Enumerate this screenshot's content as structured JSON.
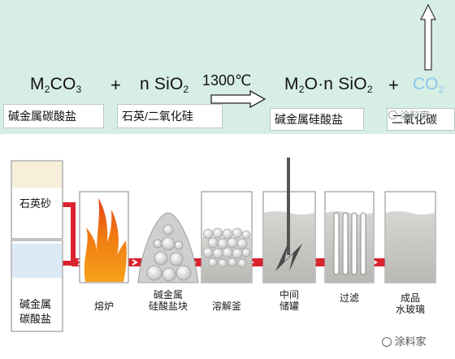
{
  "equation": {
    "reactant1": {
      "formula_main": "M",
      "sub1": "2",
      "mid": "CO",
      "sub2": "3",
      "label": "碱金属碳酸盐"
    },
    "plus": "+",
    "reactant2": {
      "formula_main": "n SiO",
      "sub": "2",
      "label": "石英/二氧化硅"
    },
    "condition": "1300℃",
    "product": {
      "formula_a": "M",
      "sub1": "2",
      "formula_b": "O·n SiO",
      "sub2": "2",
      "label": "碱金属硅酸盐"
    },
    "byproduct": {
      "formula": "CO",
      "sub": "2",
      "label": "二氧化碳"
    },
    "watermark": "涂料家"
  },
  "process": {
    "inputs": [
      {
        "label": "石英砂"
      },
      {
        "label_line1": "碱金属",
        "label_line2": "碳酸盐"
      }
    ],
    "steps": [
      {
        "label_line1": "熔炉",
        "label_line2": ""
      },
      {
        "label_line1": "碱金属",
        "label_line2": "硅酸盐块"
      },
      {
        "label_line1": "溶解釜",
        "label_line2": ""
      },
      {
        "label_line1": "中间",
        "label_line2": "储罐"
      },
      {
        "label_line1": "过滤",
        "label_line2": ""
      },
      {
        "label_line1": "成品",
        "label_line2": "水玻璃"
      }
    ],
    "watermark": "涂料家"
  },
  "colors": {
    "band_bg": "#d7eee4",
    "flow_red": "#d9232e",
    "co2_blue": "#8cc7ec",
    "quartz_fill": "#f7efd9",
    "carbonate_fill": "#dbeaf6",
    "liquid_grey": "#c8c8c4"
  }
}
